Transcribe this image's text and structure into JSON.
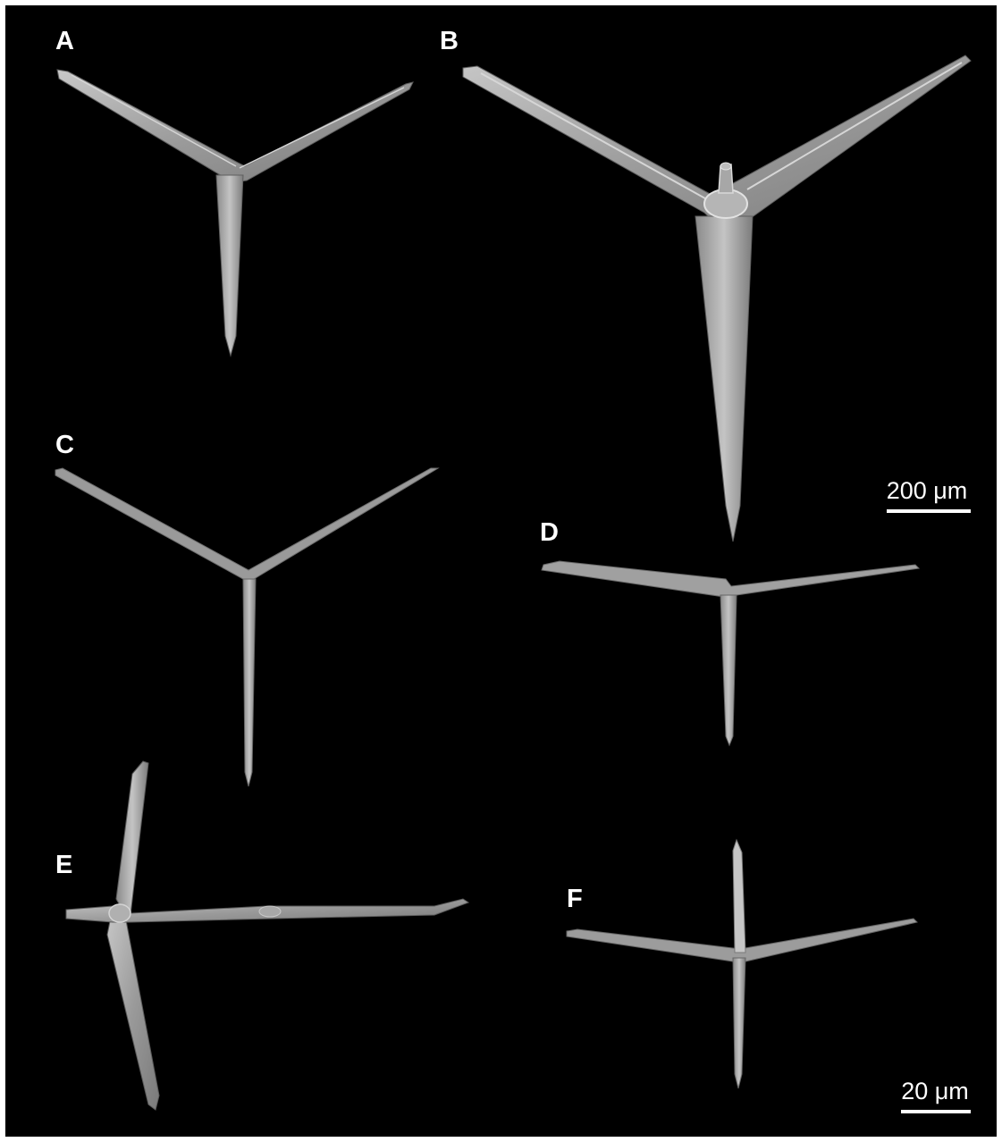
{
  "figure": {
    "background_color": "#000000",
    "spicule_color": "#a9a9a9",
    "spicule_highlight": "#d6d6d6",
    "spicule_shadow": "#6f6f6f"
  },
  "panels": [
    {
      "id": "A",
      "label": "A"
    },
    {
      "id": "B",
      "label": "B"
    },
    {
      "id": "C",
      "label": "C"
    },
    {
      "id": "D",
      "label": "D"
    },
    {
      "id": "E",
      "label": "E"
    },
    {
      "id": "F",
      "label": "F"
    }
  ],
  "scale_bars": {
    "top": {
      "label": "200 μm"
    },
    "bottom": {
      "label": "20 μm"
    }
  }
}
